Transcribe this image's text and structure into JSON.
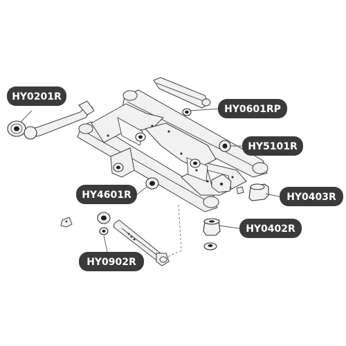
{
  "labels": {
    "hy0201r": "HY0201R",
    "hy0601rp": "HY0601RP",
    "hy5101r": "HY5101R",
    "hy4601r": "HY4601R",
    "hy0403r": "HY0403R",
    "hy0402r": "HY0402R",
    "hy0902r": "HY0902R"
  },
  "colors": {
    "label_fill": "#3a3a3a",
    "label_text": "#ffffff",
    "background": "#ffffff"
  }
}
